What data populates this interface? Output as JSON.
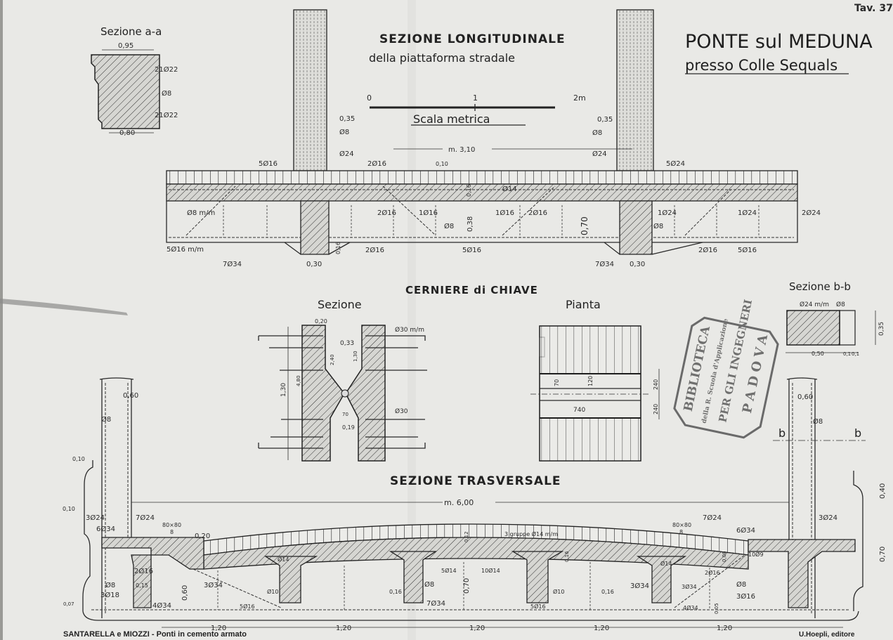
{
  "header": {
    "plate": "Tav. 37",
    "title": "PONTE sul MEDUNA",
    "subtitle": "presso Colle Sequals"
  },
  "longitudinal": {
    "title": "SEZIONE LONGITUDINALE",
    "subtitle": "della piattaforma stradale",
    "scale": {
      "t0": "0",
      "t1": "1",
      "t2": "2m",
      "label": "Scala metrica"
    },
    "labels": [
      "0,35",
      "Ø8",
      "Ø24",
      "5Ø16",
      "2Ø16",
      "0,10",
      "m. 3,10",
      "Ø14",
      "0,16",
      "0,38",
      "0,70",
      "Ø8 m/m",
      "2Ø16",
      "1Ø16",
      "1Ø16",
      "2Ø16",
      "Ø8",
      "Ø8",
      "1Ø24",
      "1Ø24",
      "2Ø24",
      "5Ø16 m/m",
      "0,16",
      "2Ø16",
      "5Ø16",
      "2Ø16",
      "5Ø16",
      "7Ø34",
      "0,30",
      "7Ø34",
      "0,30",
      "0,35",
      "Ø8",
      "Ø24",
      "5Ø24"
    ]
  },
  "section_aa": {
    "title": "Sezione a-a",
    "labels": [
      "0,95",
      "21Ø22",
      "Ø8",
      "21Ø22",
      "0,80"
    ]
  },
  "hinges": {
    "title": "CERNIERE di CHIAVE",
    "section_title": "Sezione",
    "plan_title": "Pianta",
    "section_labels": [
      "0,20",
      "0,33",
      "Ø30 m/m",
      "1,30",
      "4,80",
      "2,40",
      "1,30",
      "70",
      "0,19",
      "Ø30"
    ],
    "plan_labels": [
      "70",
      "120",
      "240",
      "240",
      "740"
    ]
  },
  "section_bb": {
    "title": "Sezione b-b",
    "labels": [
      "Ø24 m/m",
      "Ø8",
      "0,35",
      "0,50",
      "0,1",
      "0,1"
    ],
    "cut_mark": "b"
  },
  "transverse": {
    "title": "SEZIONE TRASVERSALE",
    "span": "m. 6,00",
    "spacing": [
      "1,20",
      "1,20",
      "1,20",
      "1,20",
      "1,20"
    ],
    "labels": [
      "0,60",
      "Ø8",
      "0,10",
      "0,10",
      "3Ø24",
      "7Ø24",
      "6Ø34",
      "80×80",
      "8",
      "0,20",
      "Ø14",
      "2Ø16",
      "Ø8",
      "0,15",
      "3Ø18",
      "0,07",
      "0,60",
      "3Ø34",
      "4Ø34",
      "5Ø16",
      "Ø10",
      "0,16",
      "Ø8",
      "7Ø34",
      "5Ø14",
      "10Ø14",
      "0,12",
      "3 gruppe Ø14 m/m",
      "0,70",
      "5Ø16",
      "Ø10",
      "0,16",
      "0,16",
      "3Ø34",
      "Ø14",
      "80×80",
      "8",
      "7Ø24",
      "3Ø24",
      "6Ø34",
      "10Ø9",
      "0,08",
      "2Ø16",
      "3Ø34",
      "4Ø34",
      "Ø8",
      "3Ø16",
      "0,05",
      "0,40",
      "0,70",
      "0,60",
      "Ø8"
    ]
  },
  "stamp": {
    "lines": [
      "BIBLIOTECA",
      "della R. Scuola d'Applicazione",
      "PER GLI INGEGNERI",
      "PADOVA"
    ]
  },
  "footer": {
    "left": "SANTARELLA e MIOZZI - Ponti in cemento armato",
    "right": "U.Hoepli, editore"
  }
}
